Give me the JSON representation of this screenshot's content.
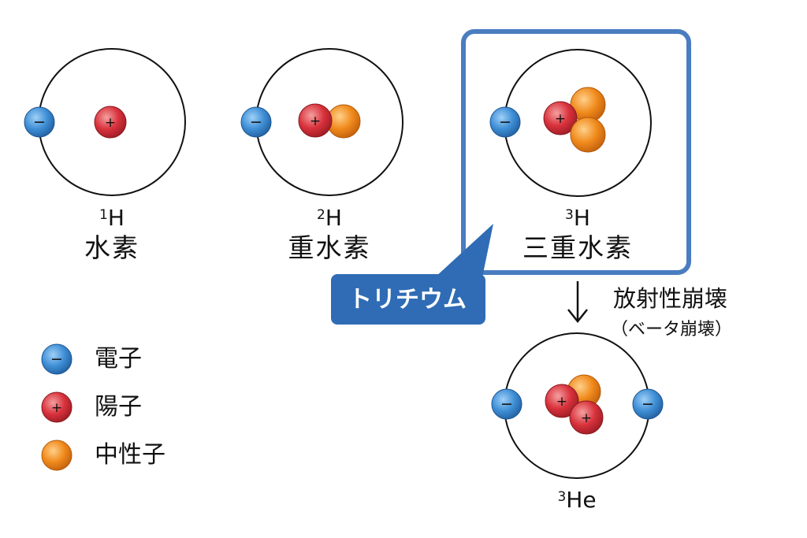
{
  "atoms": {
    "h1": {
      "mass": "1",
      "symbol": "H",
      "name": "水素"
    },
    "h2": {
      "mass": "2",
      "symbol": "H",
      "name": "重水素"
    },
    "h3": {
      "mass": "3",
      "symbol": "H",
      "name": "三重水素"
    },
    "he3": {
      "mass": "3",
      "symbol": "He"
    }
  },
  "callout": {
    "text": "トリチウム"
  },
  "decay": {
    "title": "放射性崩壊",
    "subtitle": "（ベータ崩壊）"
  },
  "legend": {
    "items": [
      {
        "label": "電子",
        "particle": "electron"
      },
      {
        "label": "陽子",
        "particle": "proton"
      },
      {
        "label": "中性子",
        "particle": "neutron"
      }
    ]
  },
  "symbols": {
    "electron": "−",
    "proton": "+"
  },
  "colors": {
    "electron": "#3f8fd6",
    "proton": "#d9323c",
    "neutron": "#f08a1c",
    "highlight_border": "#4a7cc0",
    "callout": "#2f6cb5"
  }
}
